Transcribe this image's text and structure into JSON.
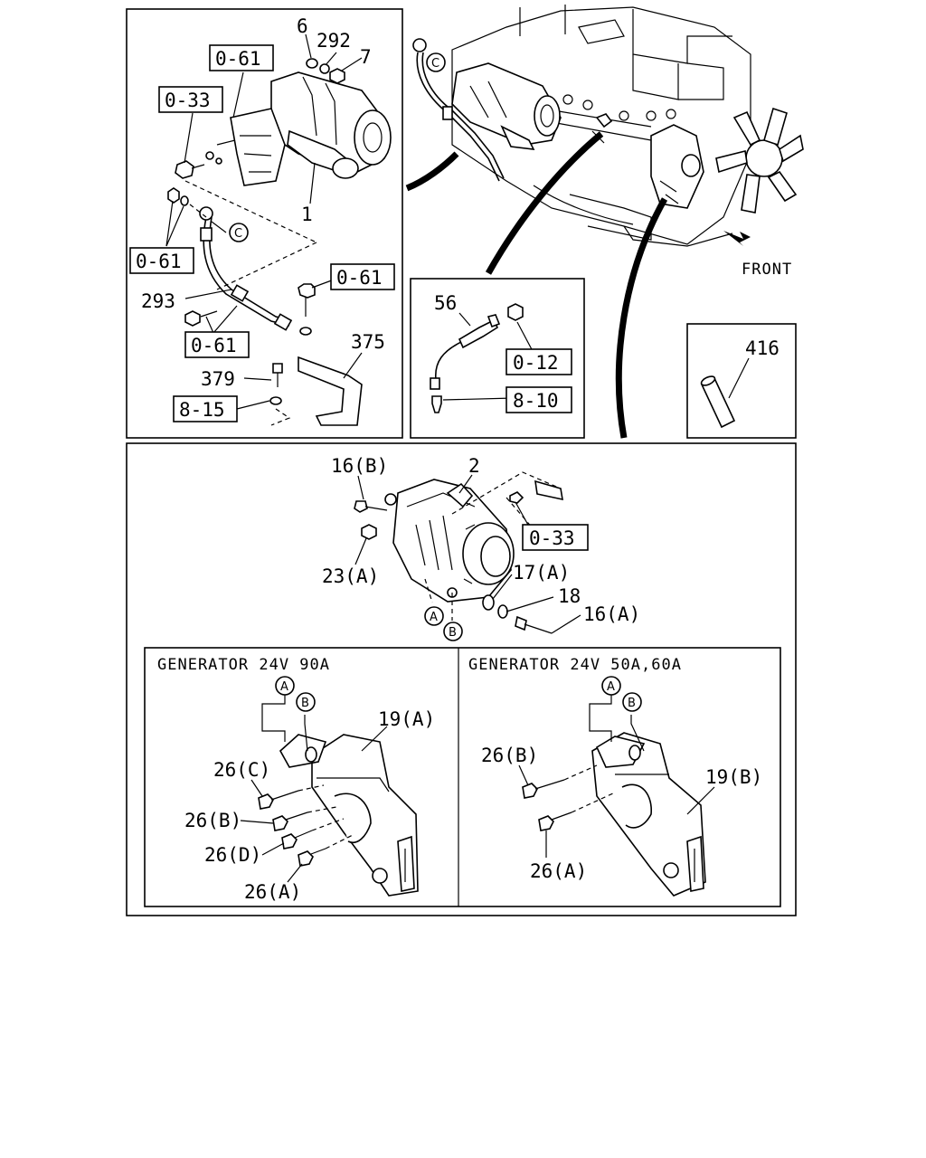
{
  "panel_starter": {
    "callouts": [
      "6",
      "292",
      "7",
      "1",
      "293",
      "375",
      "379"
    ],
    "ref_boxes": [
      "0-61",
      "0-33",
      "0-61",
      "0-61",
      "0-61",
      "8-15"
    ],
    "circle_tag": "C"
  },
  "panel_engine": {
    "circle_tag": "C",
    "front_label": "FRONT"
  },
  "panel_sensor": {
    "callout": "56",
    "ref_boxes": [
      "0-12",
      "8-10"
    ]
  },
  "panel_sleeve": {
    "callout": "416"
  },
  "panel_generator": {
    "callouts": [
      "16(B)",
      "2",
      "23(A)",
      "17(A)",
      "18",
      "16(A)"
    ],
    "ref_box": "0-33",
    "circle_tags": [
      "A",
      "B"
    ]
  },
  "subpanel_90a": {
    "title": "GENERATOR 24V 90A",
    "callouts": [
      "19(A)",
      "26(C)",
      "26(B)",
      "26(D)",
      "26(A)"
    ],
    "circle_tags": [
      "A",
      "B"
    ]
  },
  "subpanel_50a": {
    "title": "GENERATOR 24V 50A,60A",
    "callouts": [
      "26(B)",
      "19(B)",
      "26(A)"
    ],
    "circle_tags": [
      "A",
      "B"
    ]
  }
}
